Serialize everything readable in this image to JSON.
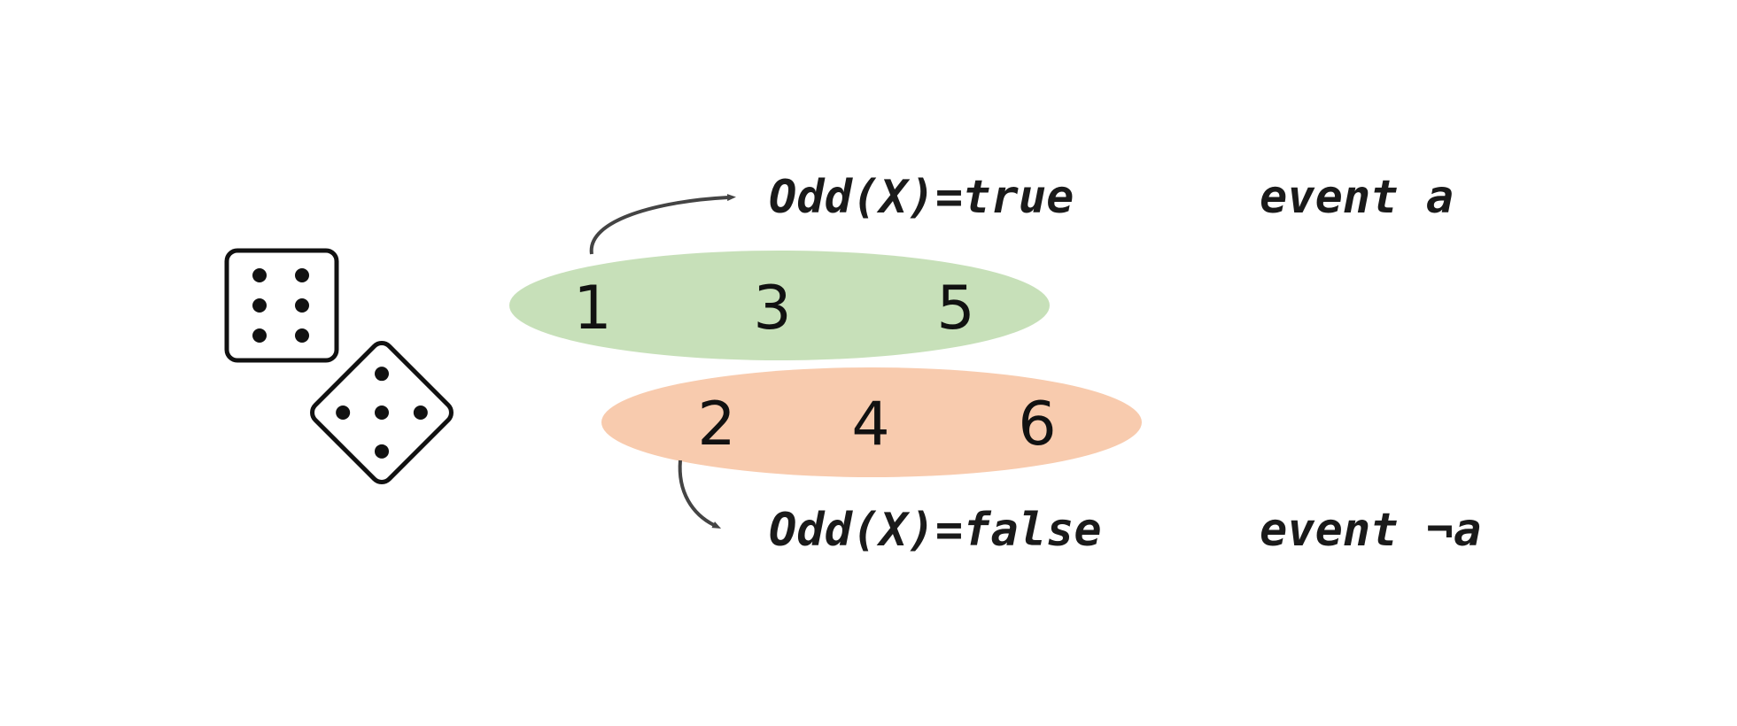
{
  "colors": {
    "odd_ellipse": "#c7e0b9",
    "even_ellipse": "#f8cbae",
    "arrow": "#444444",
    "dice": "#111111"
  },
  "odd_values": [
    "1",
    "3",
    "5"
  ],
  "even_values": [
    "2",
    "4",
    "6"
  ],
  "odd_label": {
    "expression": "Odd(X)=true",
    "event": "event a"
  },
  "even_label": {
    "expression": "Odd(X)=false",
    "event": "event ¬a"
  },
  "icons": [
    "dice-six-icon",
    "dice-five-icon"
  ]
}
